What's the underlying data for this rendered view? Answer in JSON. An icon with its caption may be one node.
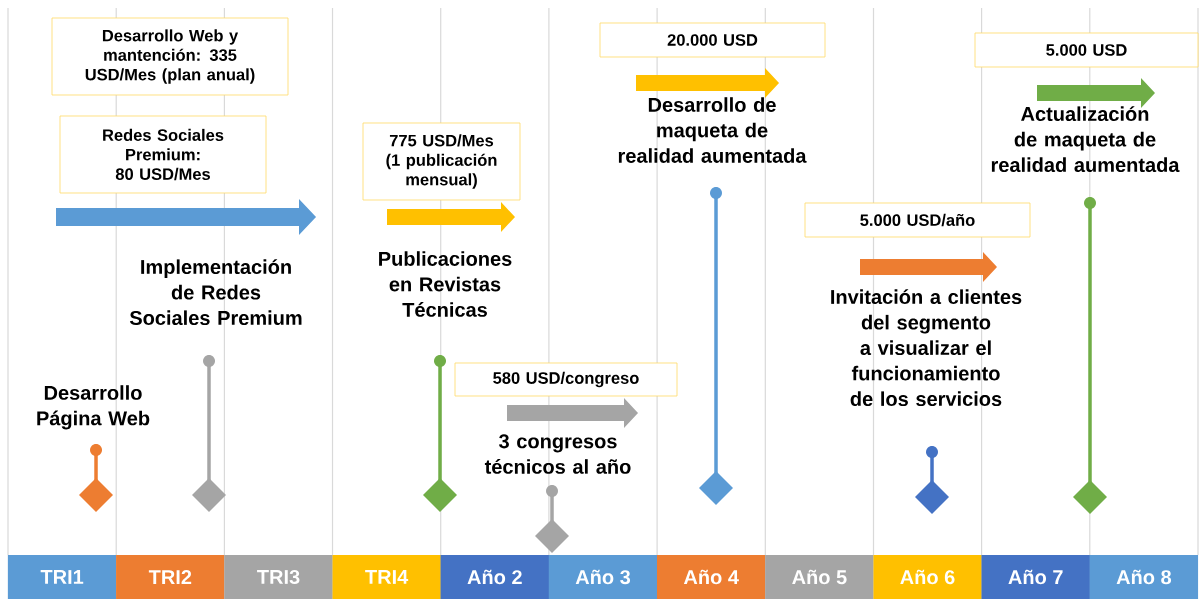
{
  "diagram": {
    "nodes": [
      {
        "text": [
          "Desarrollo Web y mantención: 335 USD/Mes (plan anual)"
        ]
      },
      {
        "text": [
          "Redes Sociales Premium: 80 USD/Mes"
        ]
      },
      {
        "text": [
          "775 USD/Mes (1 publicación mensual)"
        ]
      },
      {
        "text": [
          "20.000 USD"
        ]
      },
      {
        "text": [
          "5.000 USD"
        ]
      },
      {
        "text": [
          "5.000 USD/año"
        ]
      },
      {
        "text": [
          "580 USD/congreso"
        ]
      },
      {
        "text": [
          "TRI1"
        ]
      },
      {
        "text": [
          "TRI2"
        ]
      },
      {
        "text": [
          "TRI3"
        ]
      },
      {
        "text": [
          "TRI4"
        ]
      },
      {
        "text": [
          "Año 2"
        ]
      },
      {
        "text": [
          "Año 3"
        ]
      },
      {
        "text": [
          "Año 4"
        ]
      },
      {
        "text": [
          "Año 5"
        ]
      },
      {
        "text": [
          "Año 6"
        ]
      },
      {
        "text": [
          "Año 7"
        ]
      },
      {
        "text": [
          "Año 8"
        ]
      }
    ],
    "labels": [
      "Desarrollo de maqueta de realidad aumentada",
      "Actualización de maqueta de realidad aumentada",
      "Implementación de Redes Sociales Premium",
      "Publicaciones en Revistas Técnicas",
      "Invitación a clientes del segmento a visualizar el funcionamiento de los servicios",
      "Desarrollo Página Web",
      "3 congresos técnicos al año"
    ]
  }
}
